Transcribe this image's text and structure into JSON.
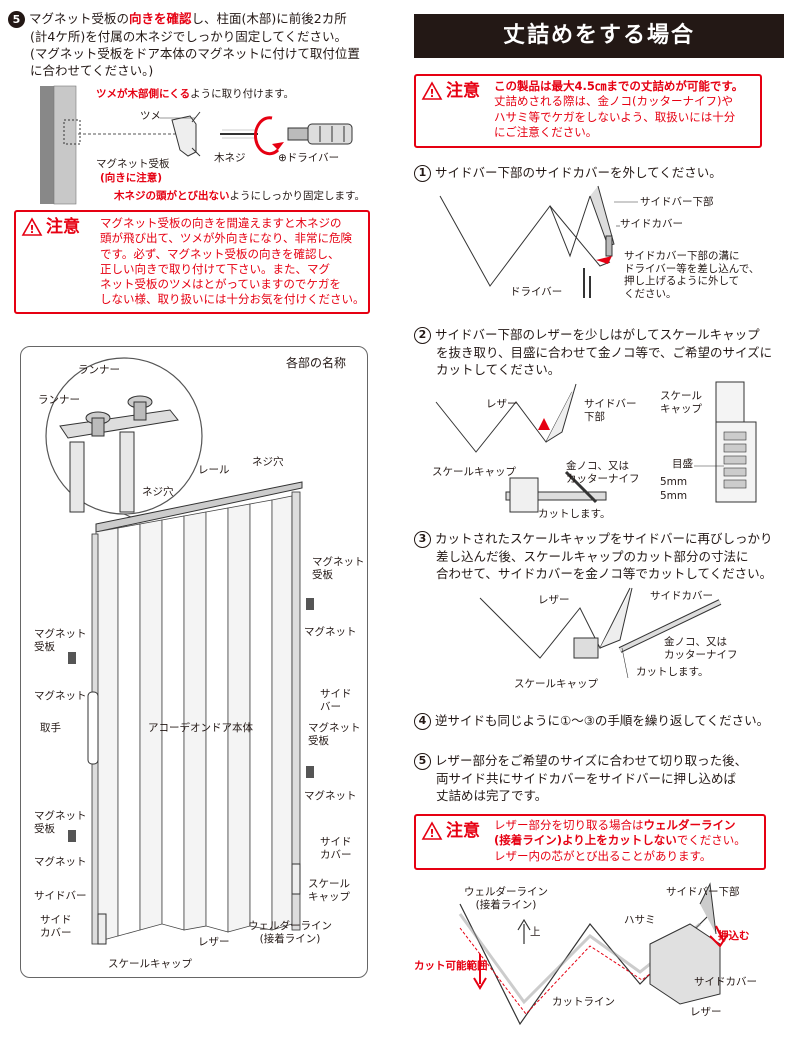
{
  "left_top": {
    "step_number": "5",
    "step_text_1a": "マグネット受板の",
    "step_text_1b_red": "向きを確認",
    "step_text_1c": "し、柱面(木部)に前後2カ所",
    "step_text_2": "(計4ケ所)を付属の木ネジでしっかり固定してください。",
    "step_text_3": "(マグネット受板をドア本体のマグネットに付けて取付位置",
    "step_text_4": "に合わせてください。)",
    "fig_note1_red": "ツメが木部側にくる",
    "fig_note1_rest": "ように取り付けます。",
    "label_tsume": "ツメ",
    "label_screw": "木ネジ",
    "label_driver": "⊕ドライバー",
    "label_plate": "マグネット受板",
    "label_plate_note": "(向きに注意)",
    "fig_note2_red": "木ネジの頭がとび出ない",
    "fig_note2_rest": "ようにしっかり固定します。",
    "caution_title": "注意",
    "caution_lines": [
      "マグネット受板の向きを間違えますと木ネジの",
      "頭が飛び出て、ツメが外向きになり、非常に危険",
      "です。必ず、マグネット受板の向きを確認し、",
      "正しい向きで取り付けて下さい。また、マグ",
      "ネット受板のツメはとがっていますのでケガを",
      "しない様、取り扱いには十分お気を付けください。"
    ]
  },
  "parts": {
    "title": "各部の名称",
    "runner1": "ランナー",
    "runner2": "ランナー",
    "rail": "レール",
    "screw_hole1": "ネジ穴",
    "screw_hole2": "ネジ穴",
    "mag_plate_r1a": "マグネット",
    "mag_plate_r1b": "受板",
    "magnet_r1": "マグネット",
    "mag_plate_l1a": "マグネット",
    "mag_plate_l1b": "受板",
    "magnet_l1": "マグネット",
    "side_bar_r_a": "サイド",
    "side_bar_r_b": "バー",
    "handle": "取手",
    "body": "アコーデオンドア本体",
    "mag_plate_r2a": "マグネット",
    "mag_plate_r2b": "受板",
    "magnet_r2": "マグネット",
    "mag_plate_l2a": "マグネット",
    "mag_plate_l2b": "受板",
    "magnet_l2": "マグネット",
    "side_cover_r_a": "サイド",
    "side_cover_r_b": "カバー",
    "scale_cap_r_a": "スケール",
    "scale_cap_r_b": "キャップ",
    "side_bar_l": "サイドバー",
    "side_cover_l_a": "サイド",
    "side_cover_l_b": "カバー",
    "welder_a": "ウェルダーライン",
    "welder_b": "(接着ライン)",
    "leather": "レザー",
    "scale_cap_bottom": "スケールキャップ"
  },
  "right": {
    "banner": "丈詰めをする場合",
    "caution1_title": "注意",
    "caution1_line1": "この製品は最大4.5㎝までの丈詰めが可能です。",
    "caution1_line2": "丈詰めされる際は、金ノコ(カッターナイフ)や",
    "caution1_line3": "ハサミ等でケガをしないよう、取扱いには十分",
    "caution1_line4": "にご注意ください。",
    "step1_num": "1",
    "step1_text": "サイドバー下部のサイドカバーを外してください。",
    "s1_sidebar_bottom": "サイドバー下部",
    "s1_side_cover": "サイドカバー",
    "s1_note1": "サイドカバー下部の溝に",
    "s1_note2": "ドライバー等を差し込んで、",
    "s1_note3": "押し上げるように外して",
    "s1_note4": "ください。",
    "s1_driver": "ドライバー",
    "step2_num": "2",
    "step2_line1": "サイドバー下部のレザーを少しはがしてスケールキャップ",
    "step2_line2": "を抜き取り、目盛に合わせて金ノコ等で、ご希望のサイズに",
    "step2_line3": "カットしてください。",
    "s2_leather": "レザー",
    "s2_sidebar_a": "サイドバー",
    "s2_sidebar_b": "下部",
    "s2_scale_cap": "スケールキャップ",
    "s2_saw_a": "金ノコ、又は",
    "s2_saw_b": "カッターナイフ",
    "s2_cut": "カットします。",
    "s2_scale_a": "スケール",
    "s2_scale_b": "キャップ",
    "s2_mark": "目盛",
    "s2_5mm_1": "5mm",
    "s2_5mm_2": "5mm",
    "step3_num": "3",
    "step3_line1": "カットされたスケールキャップをサイドバーに再びしっかり",
    "step3_line2": "差し込んだ後、スケールキャップのカット部分の寸法に",
    "step3_line3": "合わせて、サイドカバーを金ノコ等でカットしてください。",
    "s3_leather": "レザー",
    "s3_side_cover": "サイドカバー",
    "s3_saw_a": "金ノコ、又は",
    "s3_saw_b": "カッターナイフ",
    "s3_cut": "カットします。",
    "s3_scale_cap": "スケールキャップ",
    "step4_num": "4",
    "step4_text": "逆サイドも同じように①〜③の手順を繰り返してください。",
    "step5_num": "5",
    "step5_line1": "レザー部分をご希望のサイズに合わせて切り取った後、",
    "step5_line2": "両サイド共にサイドカバーをサイドバーに押し込めば",
    "step5_line3": "丈詰めは完了です。",
    "caution2_title": "注意",
    "caution2_line1a": "レザー部分を切り取る場合は",
    "caution2_line1b": "ウェルダーライン",
    "caution2_line2a": "(接着ライン)より上をカットしない",
    "caution2_line2b": "でください。",
    "caution2_line3": "レザー内の芯がとび出ることがあります。",
    "s5_welder_a": "ウェルダーライン",
    "s5_welder_b": "(接着ライン)",
    "s5_up": "上",
    "s5_scissors": "ハサミ",
    "s5_sidebar_bottom": "サイドバー下部",
    "s5_push": "押込む",
    "s5_cut_range": "カット可能範囲",
    "s5_side_cover": "サイドカバー",
    "s5_cut_line": "カットライン",
    "s5_leather": "レザー"
  }
}
